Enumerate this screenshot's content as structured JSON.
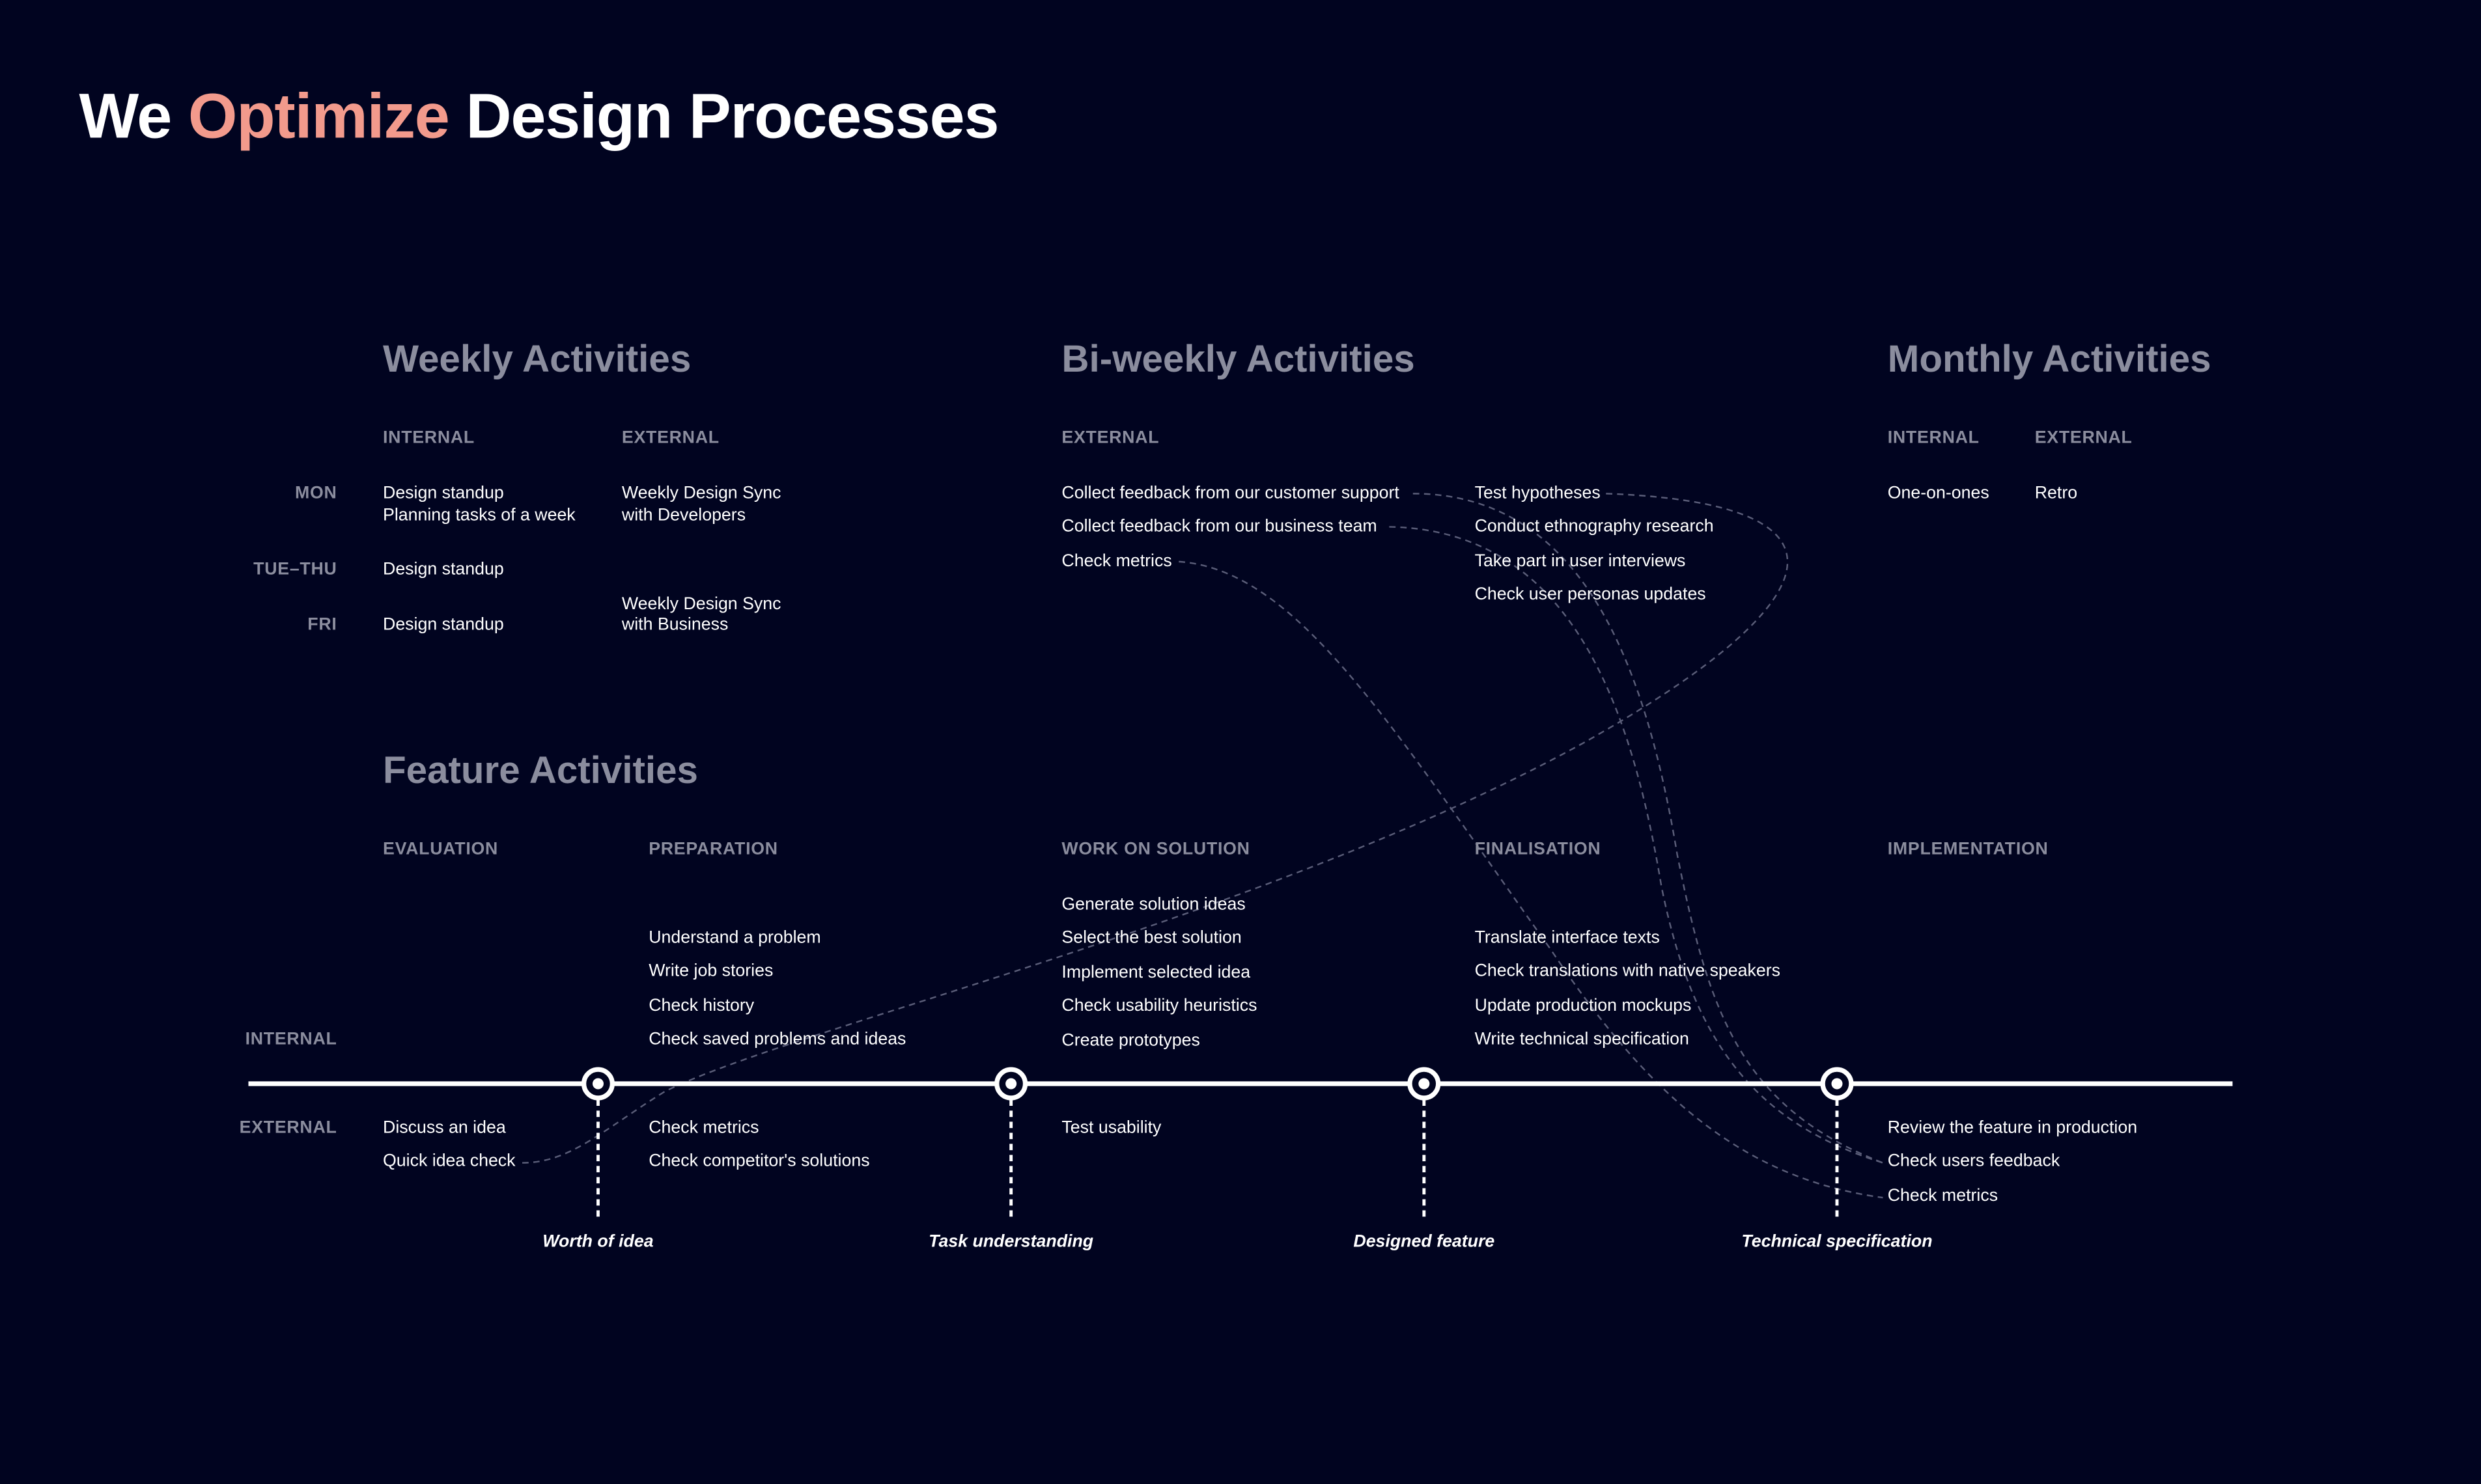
{
  "title": {
    "part1": "We ",
    "highlight": "Optimize",
    "part2": " Design Processes"
  },
  "colors": {
    "background": "#010420",
    "accent": "#f29a8c",
    "muted": "#8b8d9e",
    "text": "#ffffff"
  },
  "weekly": {
    "title": "Weekly Activities",
    "internal_header": "INTERNAL",
    "external_header": "EXTERNAL",
    "days": {
      "mon": "MON",
      "tue_thu": "TUE–THU",
      "fri": "FRI"
    },
    "mon_internal": [
      "Design standup",
      "Planning tasks of a week"
    ],
    "mon_external": [
      "Weekly Design Sync",
      "with Developers"
    ],
    "tue_thu_internal": "Design standup",
    "fri_internal": "Design standup",
    "fri_external": [
      "Weekly Design Sync",
      "with Business"
    ]
  },
  "biweekly": {
    "title": "Bi-weekly Activities",
    "external_header": "EXTERNAL",
    "col1": [
      "Collect feedback from our customer support",
      "Collect feedback from our business team",
      "Check metrics"
    ],
    "col2": [
      "Test hypotheses",
      "Conduct ethnography research",
      "Take part in user interviews",
      "Check user personas updates"
    ]
  },
  "monthly": {
    "title": "Monthly Activities",
    "internal_header": "INTERNAL",
    "external_header": "EXTERNAL",
    "internal": "One-on-ones",
    "external": "Retro"
  },
  "feature": {
    "title": "Feature Activities",
    "row_internal": "INTERNAL",
    "row_external": "EXTERNAL",
    "phases": [
      "EVALUATION",
      "PREPARATION",
      "WORK ON SOLUTION",
      "FINALISATION",
      "IMPLEMENTATION"
    ],
    "preparation_internal": [
      "Understand a problem",
      "Write job stories",
      "Check history",
      "Check saved problems and ideas"
    ],
    "work_internal": [
      "Generate solution ideas",
      "Select the best solution",
      "Implement selected idea",
      "Check usability heuristics",
      "Create prototypes"
    ],
    "finalisation_internal": [
      "Translate interface texts",
      "Check translations with native speakers",
      "Update production mockups",
      "Write technical specification"
    ],
    "evaluation_external": [
      "Discuss an idea",
      "Quick idea check"
    ],
    "preparation_external": [
      "Check metrics",
      "Check competitor's solutions"
    ],
    "work_external": [
      "Test usability"
    ],
    "implementation_external": [
      "Review the feature in production",
      "Check users feedback",
      "Check metrics"
    ],
    "milestones": [
      "Worth of idea",
      "Task understanding",
      "Designed feature",
      "Technical specification"
    ]
  }
}
